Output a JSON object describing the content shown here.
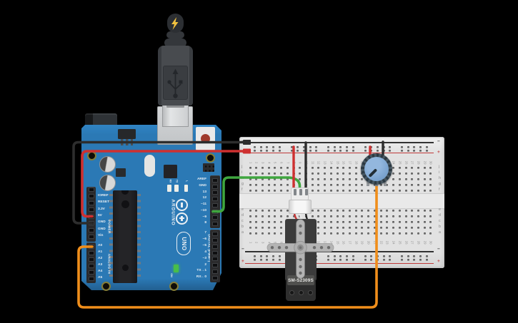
{
  "canvas": {
    "background": "#000000"
  },
  "arduino": {
    "brand": "ARDUINO",
    "model": "UNO",
    "power_label": "POWER",
    "analog_label": "ANALOG IN",
    "digital_label": "DIGITAL (PWM~)",
    "on_label": "ON",
    "tx_label": "TX",
    "rx_label": "RX",
    "l_label": "L",
    "power_pins": [
      "IOREF",
      "RESET",
      "3.3V",
      "5V",
      "GND",
      "GND",
      "Vin"
    ],
    "analog_pins": [
      "A0",
      "A1",
      "A2",
      "A3",
      "A4",
      "A5"
    ],
    "digital_pins_top": [
      "AREF",
      "GND",
      "13",
      "12",
      "~11",
      "~10",
      "~9",
      "8"
    ],
    "digital_pins_bottom": [
      "7",
      "~6",
      "~5",
      "4",
      "~3",
      "2",
      "TX→1",
      "RX←0"
    ],
    "board_color": "#2B79B5"
  },
  "breadboard": {
    "row_letters_top": [
      "j",
      "i",
      "h",
      "g",
      "f"
    ],
    "row_letters_bottom": [
      "e",
      "d",
      "c",
      "b",
      "a"
    ],
    "column_count": 30,
    "minus_symbol": "−",
    "plus_symbol": "+",
    "base_color": "#E2E2E2",
    "rail_black": "#333333",
    "rail_red": "#C03A3A"
  },
  "servo": {
    "label": "SM-S2309S"
  },
  "potentiometer": {
    "knob_color": "#7FA7D2"
  },
  "wires": {
    "power_red": "#CE3030",
    "ground_black": "#2D2D2D",
    "signal_green": "#3FA63F",
    "analog_orange": "#F08E1B",
    "servo_lead_red": "#C53434",
    "servo_lead_white": "#E9E9E9",
    "servo_lead_black": "#242424"
  },
  "usb": {
    "bolt_color": "#F2C23E"
  }
}
